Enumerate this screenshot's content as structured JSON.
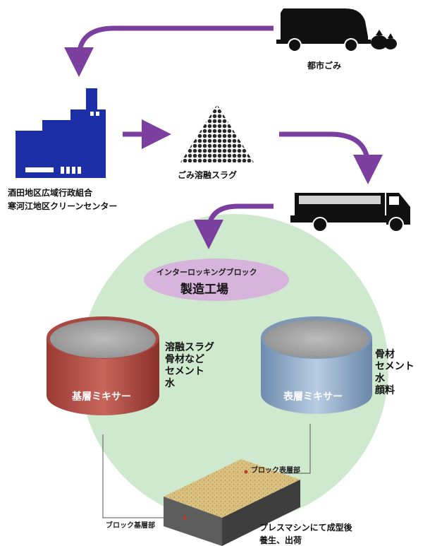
{
  "garbage": {
    "label": "都市ごみ"
  },
  "facility": {
    "line1": "酒田地区広域行政組合",
    "line2": "寒河江地区クリーンセンター"
  },
  "slag": {
    "label": "ごみ溶融スラグ"
  },
  "plant": {
    "subtitle": "インターロッキングブロック",
    "title": "製造工場"
  },
  "base_mixer": {
    "label": "基層ミキサー",
    "inputs": [
      "溶融スラグ",
      "骨材など",
      "セメント",
      "水"
    ]
  },
  "surface_mixer": {
    "label": "表層ミキサー",
    "inputs": [
      "骨材",
      "セメント",
      "水",
      "顔料"
    ]
  },
  "block": {
    "top_label": "ブロック表層部",
    "base_label": "ブロック基層部",
    "caption_line1": "プレスマシンにて成型後",
    "caption_line2": "養生、出荷"
  },
  "colors": {
    "arrow": "#7b3fa0",
    "facility": "#1c2fa6",
    "circle": "#cfe9cf",
    "plant_oval": "#d7b4dc",
    "base_mixer": "#b5473f",
    "surface_mixer": "#8fa9c6",
    "block_top": "#e3c98e"
  },
  "icons": {
    "garbage_truck": "garbage-truck-icon",
    "garbage_bags": "garbage-bags-icon",
    "factory": "factory-icon",
    "slag_pile": "slag-pile-icon",
    "dump_truck": "dump-truck-icon"
  }
}
